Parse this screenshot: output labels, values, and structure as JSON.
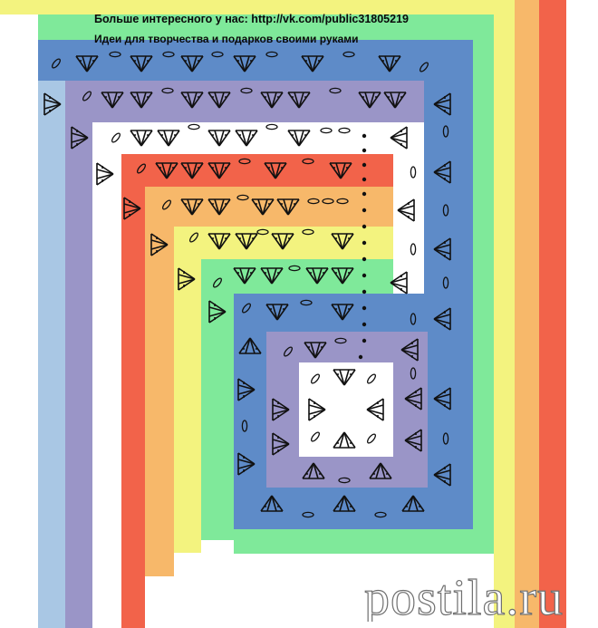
{
  "header": {
    "line1": "Больше интересного у нас: http://vk.com/public31805219",
    "line2": "Идеи для творчества и подарков своими руками"
  },
  "watermark": {
    "text": "postila.ru"
  },
  "palette": {
    "red": "#f2634a",
    "orange": "#f7b86a",
    "yellow": "#f3f37f",
    "green": "#7fe99a",
    "blue": "#5e8bc8",
    "purple": "#9a95c7",
    "light_blue": "#a9c7e4",
    "white": "#ffffff",
    "ink": "#111111"
  },
  "icons": {
    "chain": "chain-oval-icon",
    "stitch_down": "double-crochet-cluster-down-icon",
    "stitch_up": "double-crochet-cluster-up-icon",
    "stitch_left": "double-crochet-cluster-left-icon",
    "slip_stitch": "slip-stitch-dot-icon"
  }
}
